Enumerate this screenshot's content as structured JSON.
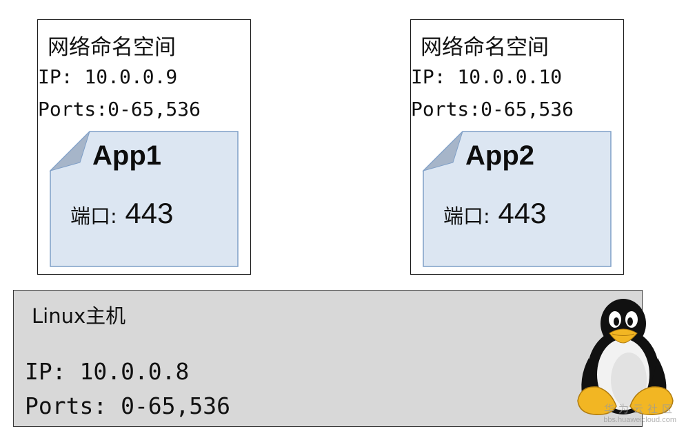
{
  "namespaces": [
    {
      "title": "网络命名空间",
      "ip": "IP: 10.0.0.9",
      "ports": "Ports:0-65,536",
      "app": {
        "name": "App1",
        "port_label": "端口:",
        "port_value": " 443"
      }
    },
    {
      "title": "网络命名空间",
      "ip": "IP: 10.0.0.10",
      "ports": "Ports:0-65,536",
      "app": {
        "name": "App2",
        "port_label": "端口:",
        "port_value": " 443"
      }
    }
  ],
  "host": {
    "title": "Linux主机",
    "ip": "IP: 10.0.0.8",
    "ports": "Ports: 0-65,536"
  },
  "icons": {
    "host_icon": "tux-penguin-icon"
  },
  "watermark": {
    "main": "华为云社区",
    "sub": "bbs.huaweicloud.com"
  },
  "colors": {
    "card_fill": "#dce6f2",
    "card_border": "#7f9fc7",
    "card_fold": "#a6b5c9",
    "host_fill": "#d8d8d8"
  }
}
